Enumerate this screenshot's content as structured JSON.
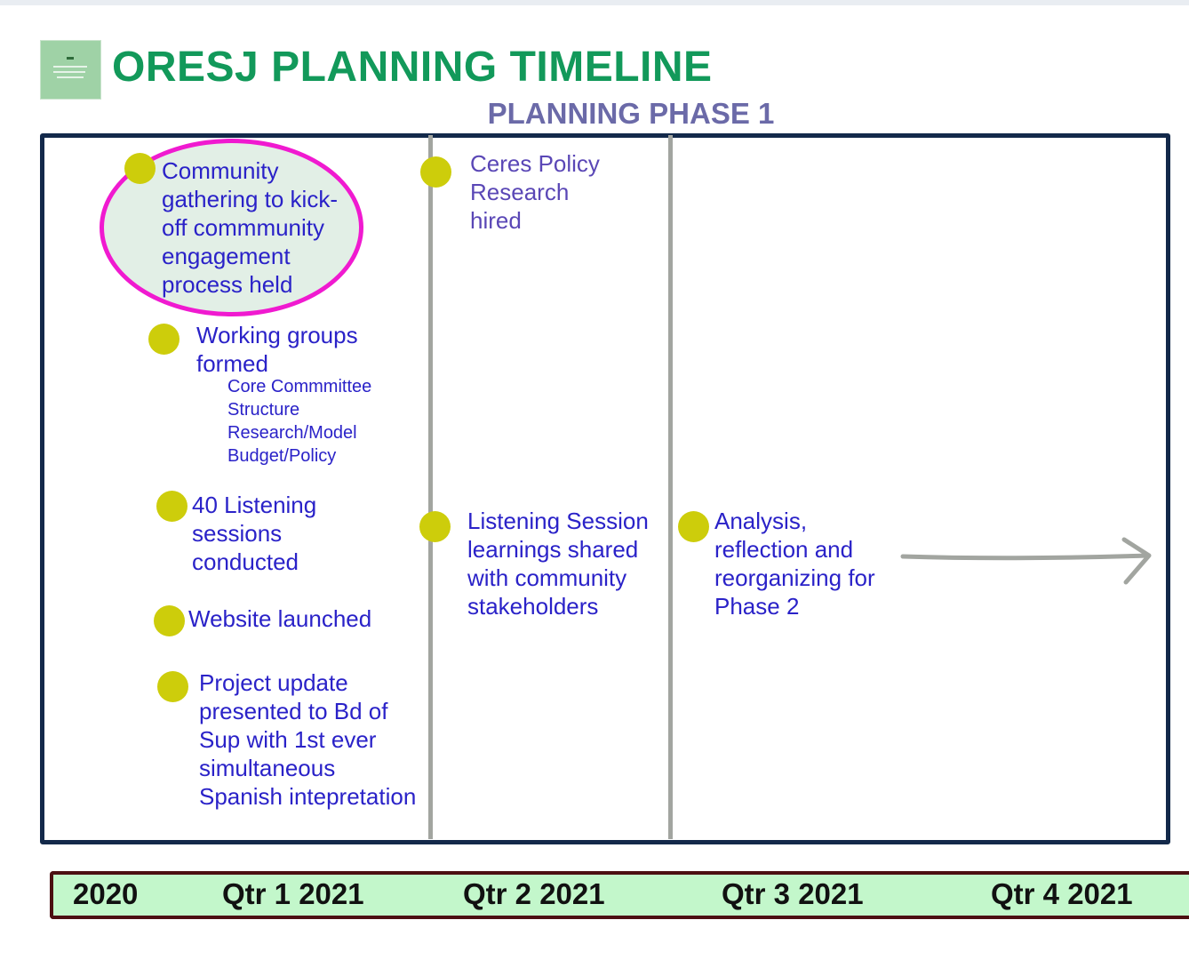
{
  "header": {
    "title": "ORESJ PLANNING TIMELINE",
    "subtitle": "PLANNING PHASE 1"
  },
  "colors": {
    "title": "#12995a",
    "subtitle": "#6b6aa8",
    "item_text": "#2a22c8",
    "milestone_dot": "#cdcd0b",
    "highlight_ring": "#f01ad0",
    "frame_border": "#13294a",
    "axis_fill": "#c3f7cb",
    "axis_border": "#4c0f12"
  },
  "icons": {
    "logo": "oresj-logo-icon",
    "milestone": "milestone-dot-icon",
    "continuation": "right-arrow-icon"
  },
  "timeline": {
    "ticks": [
      "2020",
      "Qtr 1 2021",
      "Qtr 2 2021",
      "Qtr 3 2021",
      "Qtr 4 2021"
    ]
  },
  "column1": {
    "community_gathering": [
      "Community",
      "gathering to kick-",
      "off commmunity",
      "engagement",
      "process held"
    ],
    "working_groups": [
      "Working groups",
      "formed"
    ],
    "working_groups_list": [
      "Core Commmittee",
      "Structure",
      "Research/Model",
      "Budget/Policy"
    ],
    "listening_sessions": [
      "40 Listening",
      "sessions",
      "conducted"
    ],
    "website": "Website launched",
    "project_update": [
      "Project update",
      "presented to Bd of",
      "Sup with 1st ever",
      "simultaneous",
      "Spanish intepretation"
    ]
  },
  "column2": {
    "ceres_policy": [
      "Ceres Policy",
      "Research",
      "hired"
    ],
    "learnings_shared": [
      "Listening Session",
      "learnings shared",
      "with community",
      "stakeholders"
    ]
  },
  "column3": {
    "analysis": [
      "Analysis,",
      "reflection and",
      "reorganizing for",
      "Phase 2"
    ]
  }
}
